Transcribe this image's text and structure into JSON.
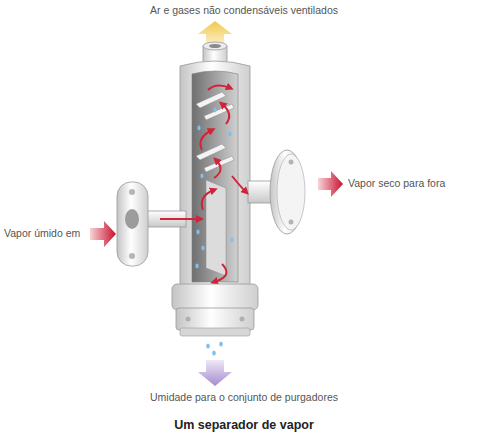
{
  "diagram": {
    "caption": "Um separador de vapor",
    "labels": [
      "Ar e gases não condensáveis ventilados",
      "Vapor úmido em",
      "Vapor seco para fora",
      "Umidade para o conjunto de purgadores"
    ]
  }
}
